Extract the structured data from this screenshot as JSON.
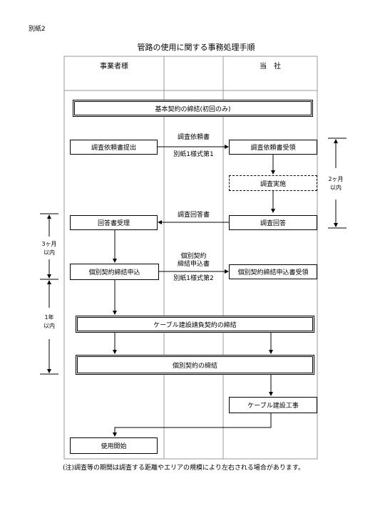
{
  "appendix_label": "別紙2",
  "title": "管路の使用に関する事務処理手順",
  "columns": {
    "left": "事業者様",
    "right": "当　社"
  },
  "steps": {
    "basic_contract": "基本契約の締結(初回のみ)",
    "survey_submit": "調査依頼書提出",
    "survey_receive": "調査依頼書受領",
    "survey_conduct": "調査実施",
    "answer_receive": "回答書受理",
    "survey_answer": "調査回答",
    "individual_apply": "個別契約締結申込",
    "individual_apply_receive": "個別契約締結申込書受領",
    "cable_contract": "ケーブル建設請負契約の締結",
    "individual_contract": "個別契約の締結",
    "cable_construction": "ケーブル建設工事",
    "start_use": "使用開始"
  },
  "arrow_labels": {
    "request_doc": "調査依頼書",
    "form1": "別紙1様式第1",
    "answer_doc": "調査回答書",
    "individual_doc_line1": "個別契約",
    "individual_doc_line2": "締結申込書",
    "form2": "別紙1様式第2"
  },
  "durations": {
    "two_months_line1": "2ヶ月",
    "two_months_line2": "以内",
    "three_months_line1": "3ヶ月",
    "three_months_line2": "以内",
    "one_year_line1": "1年",
    "one_year_line2": "以内"
  },
  "note": "(注)調査等の期間は調査する距離やエリアの規模により左右される場合があります。"
}
